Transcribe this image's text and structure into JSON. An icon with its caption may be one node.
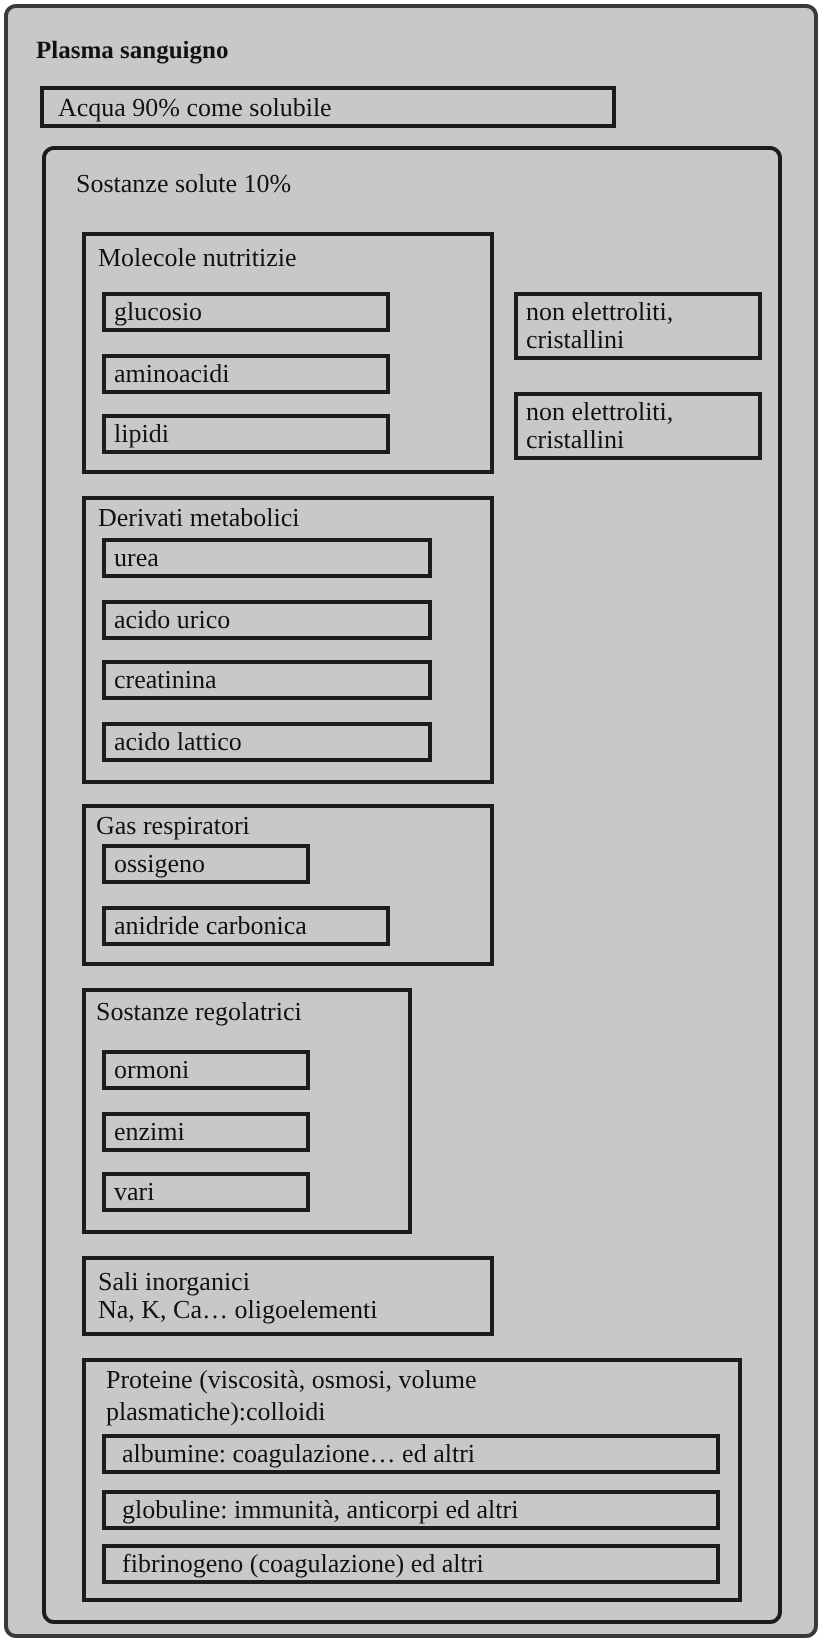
{
  "diagram": {
    "nodes": [
      {
        "text": [
          "Plasma sanguigno"
        ]
      },
      {
        "text": [
          "Acqua 90% come solubile"
        ],
        "in": 0
      },
      {
        "text": [
          "Sostanze solute 10%"
        ],
        "in": 0
      },
      {
        "text": [
          "Molecole nutritizie"
        ],
        "in": 2
      },
      {
        "text": [
          "glucosio"
        ],
        "in": 3
      },
      {
        "text": [
          "aminoacidi"
        ],
        "in": 3
      },
      {
        "text": [
          "lipidi"
        ],
        "in": 3
      },
      {
        "text": [
          "non elettroliti, cristallini"
        ],
        "in": 2
      },
      {
        "text": [
          "non elettroliti, cristallini"
        ],
        "in": 2
      },
      {
        "text": [
          "Derivati metabolici"
        ],
        "in": 2
      },
      {
        "text": [
          "urea"
        ],
        "in": 9
      },
      {
        "text": [
          "acido urico"
        ],
        "in": 9
      },
      {
        "text": [
          "creatinina"
        ],
        "in": 9
      },
      {
        "text": [
          "acido lattico"
        ],
        "in": 9
      },
      {
        "text": [
          "Gas respiratori"
        ],
        "in": 2
      },
      {
        "text": [
          "ossigeno"
        ],
        "in": 14
      },
      {
        "text": [
          "anidride carbonica"
        ],
        "in": 14
      },
      {
        "text": [
          "Sostanze regolatrici"
        ],
        "in": 2
      },
      {
        "text": [
          "ormoni"
        ],
        "in": 17
      },
      {
        "text": [
          "enzimi"
        ],
        "in": 17
      },
      {
        "text": [
          "vari"
        ],
        "in": 17
      },
      {
        "text": [
          "Sali inorganici",
          "Na, K, Ca… oligoelementi"
        ],
        "in": 2
      },
      {
        "text": [
          "Proteine (viscosità, osmosi, volume plasmatiche):colloidi"
        ],
        "in": 2
      },
      {
        "text": [
          "albumine: coagulazione… ed altri"
        ],
        "in": 22
      },
      {
        "text": [
          "globuline: immunità, anticorpi ed altri"
        ],
        "in": 22
      },
      {
        "text": [
          "fibrinogeno (coagulazione) ed altri"
        ],
        "in": 22
      }
    ]
  }
}
